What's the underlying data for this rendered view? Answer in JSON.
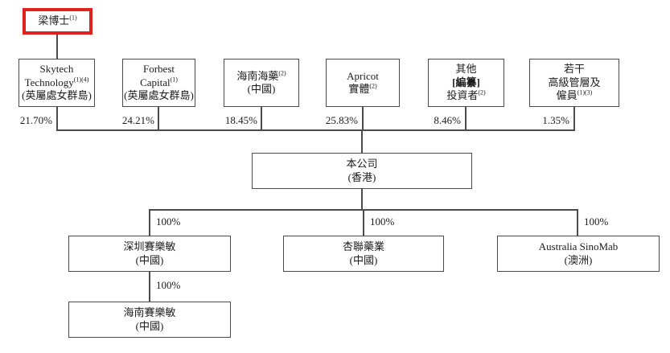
{
  "chart_title": "shareholding-structure-diagram",
  "colors": {
    "highlight_red": "#e0211c",
    "line_gray": "#4b4b4b",
    "text": "#1c1c1c",
    "background": "#ffffff"
  },
  "nodes": {
    "root": {
      "lines": [
        {
          "text": "梁博士",
          "sup": "(1)"
        }
      ]
    },
    "skytech": {
      "lines": [
        {
          "text": "Skytech"
        },
        {
          "text": "Technology",
          "sup": "(1)(4)"
        },
        {
          "text": "(英屬處女群島)"
        }
      ],
      "ownership": "21.70%"
    },
    "forbest": {
      "lines": [
        {
          "text": "Forbest"
        },
        {
          "text": "Capital",
          "sup": "(1)"
        },
        {
          "text": "(英屬處女群島)"
        }
      ],
      "ownership": "24.21%"
    },
    "hainan_haiyao": {
      "lines": [
        {
          "text": "海南海藥",
          "sup": "(2)"
        },
        {
          "text": "(中國)"
        }
      ],
      "ownership": "18.45%"
    },
    "apricot": {
      "lines": [
        {
          "text": "Apricot"
        },
        {
          "text": "實體",
          "sup": "(2)"
        }
      ],
      "ownership": "25.83%"
    },
    "other_investors": {
      "lines": [
        {
          "text": "其他"
        },
        {
          "text": "[編纂]"
        },
        {
          "text": "投資者",
          "sup": "(2)"
        }
      ],
      "ownership": "8.46%"
    },
    "senior_mgmt": {
      "lines": [
        {
          "text": "若干"
        },
        {
          "text": "高級管層及"
        },
        {
          "text": "僱員",
          "sup": "(1)(3)"
        }
      ],
      "ownership": "1.35%"
    },
    "company": {
      "lines": [
        {
          "text": "本公司"
        },
        {
          "text": "(香港)"
        }
      ]
    },
    "shenzhen_sailemin": {
      "lines": [
        {
          "text": "深圳賽樂敏"
        },
        {
          "text": "(中國)"
        }
      ],
      "ownership": "100%"
    },
    "xinglian_pharma": {
      "lines": [
        {
          "text": "杏聯藥業"
        },
        {
          "text": "(中國)"
        }
      ],
      "ownership": "100%"
    },
    "australia_sinomab": {
      "lines": [
        {
          "text": "Australia SinoMab"
        },
        {
          "text": "(澳洲)"
        }
      ],
      "ownership": "100%"
    },
    "hainan_sailemin": {
      "lines": [
        {
          "text": "海南賽樂敏"
        },
        {
          "text": "(中國)"
        }
      ],
      "ownership": "100%"
    }
  }
}
